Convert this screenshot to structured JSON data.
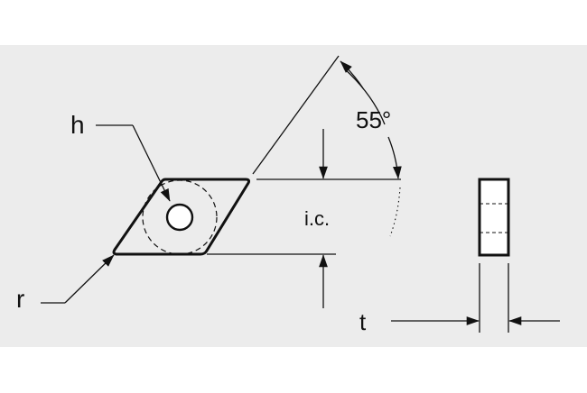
{
  "diagram": {
    "labels": {
      "h": "h",
      "r": "r",
      "angle": "55°",
      "ic": "i.c.",
      "t": "t"
    },
    "colors": {
      "background": "#ffffff",
      "panel": "#ececec",
      "line": "#111111"
    }
  }
}
